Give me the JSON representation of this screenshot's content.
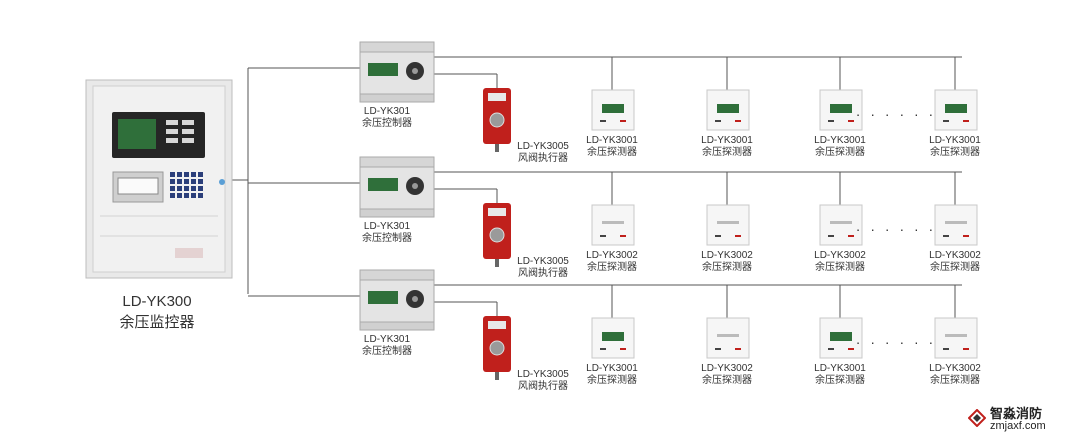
{
  "main_unit": {
    "model": "LD-YK300",
    "name": "余压监控器"
  },
  "rows": [
    {
      "controller": {
        "model": "LD-YK301",
        "name": "余压控制器"
      },
      "actuator": {
        "model": "LD-YK3005",
        "name": "风阀执行器"
      },
      "detectors": [
        {
          "model": "LD-YK3001",
          "name": "余压探测器"
        },
        {
          "model": "LD-YK3001",
          "name": "余压探测器"
        },
        {
          "model": "LD-YK3001",
          "name": "余压探测器"
        },
        {
          "model": "LD-YK3001",
          "name": "余压探测器"
        }
      ],
      "ellipsis": "· · · · · ·"
    },
    {
      "controller": {
        "model": "LD-YK301",
        "name": "余压控制器"
      },
      "actuator": {
        "model": "LD-YK3005",
        "name": "风阀执行器"
      },
      "detectors": [
        {
          "model": "LD-YK3002",
          "name": "余压探测器"
        },
        {
          "model": "LD-YK3002",
          "name": "余压探测器"
        },
        {
          "model": "LD-YK3002",
          "name": "余压探测器"
        },
        {
          "model": "LD-YK3002",
          "name": "余压探测器"
        }
      ],
      "ellipsis": "· · · · · ·"
    },
    {
      "controller": {
        "model": "LD-YK301",
        "name": "余压控制器"
      },
      "actuator": {
        "model": "LD-YK3005",
        "name": "风阀执行器"
      },
      "detectors": [
        {
          "model": "LD-YK3001",
          "name": "余压探测器"
        },
        {
          "model": "LD-YK3002",
          "name": "余压探测器"
        },
        {
          "model": "LD-YK3001",
          "name": "余压探测器"
        },
        {
          "model": "LD-YK3002",
          "name": "余压探测器"
        }
      ],
      "ellipsis": "· · · · · ·"
    }
  ],
  "watermark": {
    "title": "智淼消防",
    "url": "zmjaxf.com"
  },
  "colors": {
    "line": "#555555",
    "panel": "#e4e4e4",
    "actuator": "#c0201c",
    "screen": "#2f6f3a"
  }
}
